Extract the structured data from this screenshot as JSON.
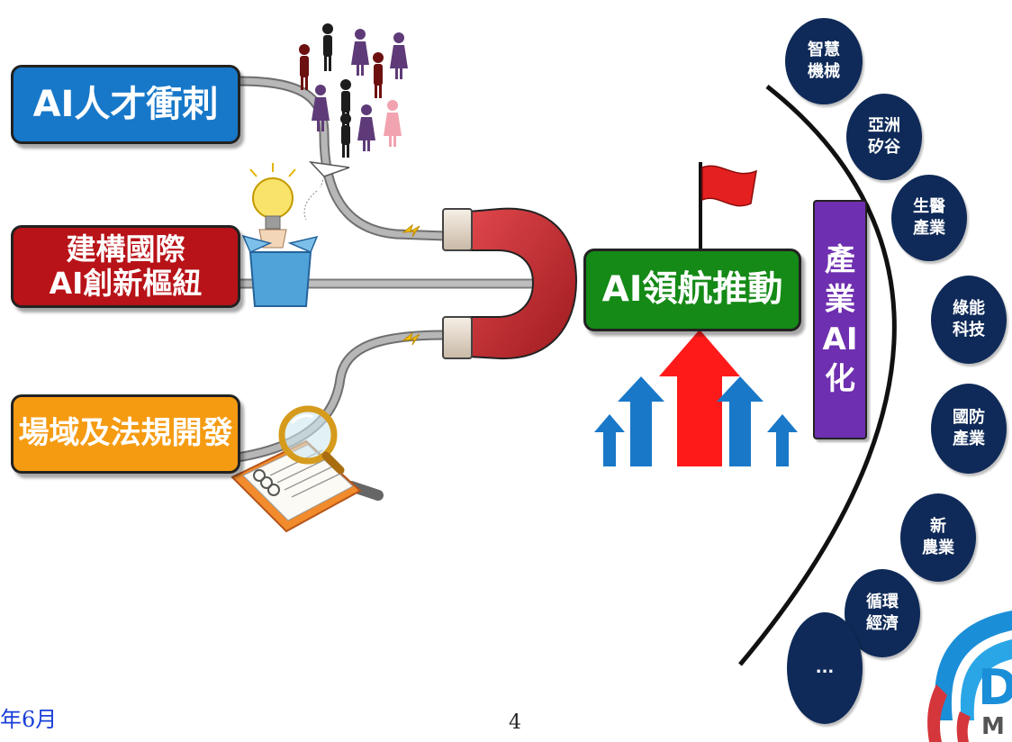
{
  "left_boxes": {
    "talent": "AI人才衝刺",
    "hub_line1": "建構國際",
    "hub_line2": "AI創新樞紐",
    "field": "場域及法規開發"
  },
  "center_box": "AI領航推動",
  "industry_box": [
    "產",
    "業",
    "AI",
    "化"
  ],
  "bubbles": [
    {
      "line1": "智慧",
      "line2": "機械"
    },
    {
      "line1": "亞洲",
      "line2": "矽谷"
    },
    {
      "line1": "生醫",
      "line2": "產業"
    },
    {
      "line1": "綠能",
      "line2": "科技"
    },
    {
      "line1": "國防",
      "line2": "產業"
    },
    {
      "line1": "新",
      "line2": "農業"
    },
    {
      "line1": "循環",
      "line2": "經濟"
    },
    {
      "line1": "...",
      "line2": ""
    }
  ],
  "footer": {
    "date": "年6月",
    "page_number": "4"
  },
  "logo": {
    "letter": "D",
    "sub": "M"
  },
  "colors": {
    "talent": "#1778c9",
    "hub": "#b81318",
    "field": "#f59b12",
    "drive": "#158a17",
    "industry": "#6e2fb0",
    "bubble": "#0f2a58",
    "magnet": "#c8282c",
    "arrow_red": "#ff1a1a",
    "arrow_blue": "#1a78c8"
  }
}
